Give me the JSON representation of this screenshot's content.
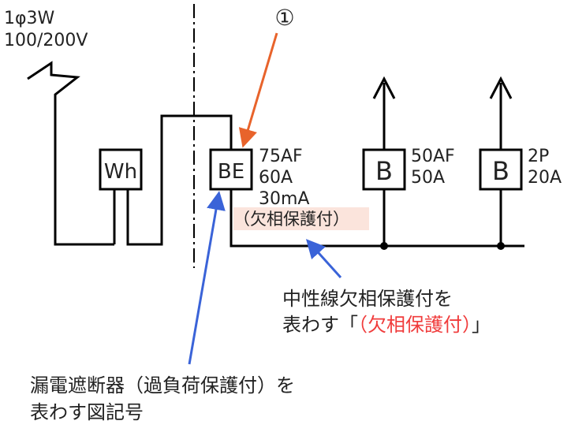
{
  "supply": {
    "phase": "1φ3W",
    "voltage": "100/200V"
  },
  "marker": "①",
  "meter": {
    "symbol": "Wh"
  },
  "elcb": {
    "symbol": "BE",
    "frame": "75AF",
    "rated": "60A",
    "sensitivity": "30mA",
    "phase_loss": "（欠相保護付）"
  },
  "breaker1": {
    "symbol": "B",
    "frame": "50AF",
    "rated": "50A"
  },
  "breaker2": {
    "symbol": "B",
    "poles": "2P",
    "rated": "20A"
  },
  "note_phase": {
    "line1": "中性線欠相保護付を",
    "line2_prefix": "表わす「",
    "line2_red": "（欠相保護付）",
    "line2_suffix": "」"
  },
  "note_elcb": {
    "line1": "漏電遮断器（過負荷保護付）を",
    "line2": "表わす図記号"
  },
  "colors": {
    "line": "#000000",
    "arrow_orange": "#e8632b",
    "arrow_blue": "#3a63d8",
    "red_text": "#f03c3c",
    "highlight": "#fbe4dc"
  }
}
